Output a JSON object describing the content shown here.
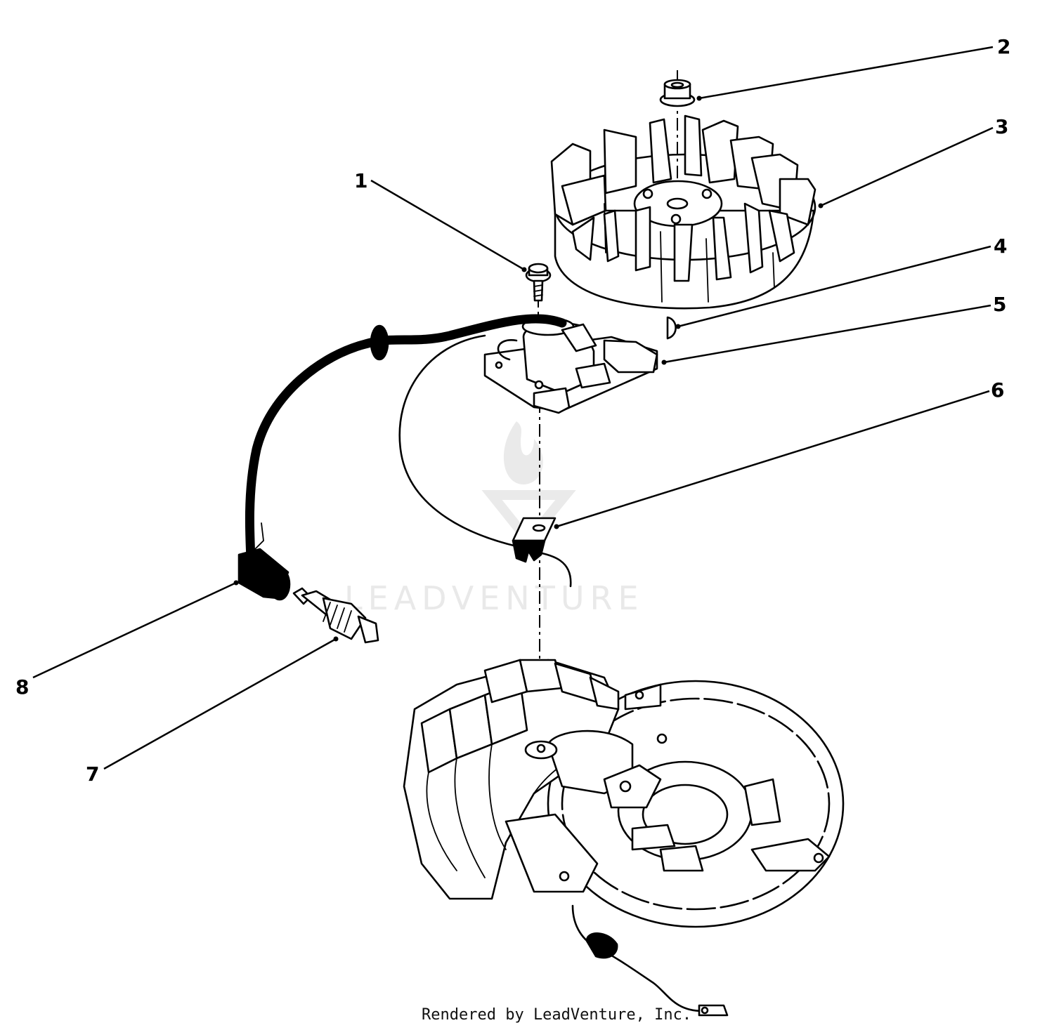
{
  "callouts": [
    {
      "label": "1"
    },
    {
      "label": "2"
    },
    {
      "label": "3"
    },
    {
      "label": "4"
    },
    {
      "label": "5"
    },
    {
      "label": "6"
    },
    {
      "label": "7"
    },
    {
      "label": "8"
    }
  ],
  "watermark": {
    "text": "LEADVENTURE"
  },
  "footer": {
    "text": "Rendered by LeadVenture, Inc."
  }
}
